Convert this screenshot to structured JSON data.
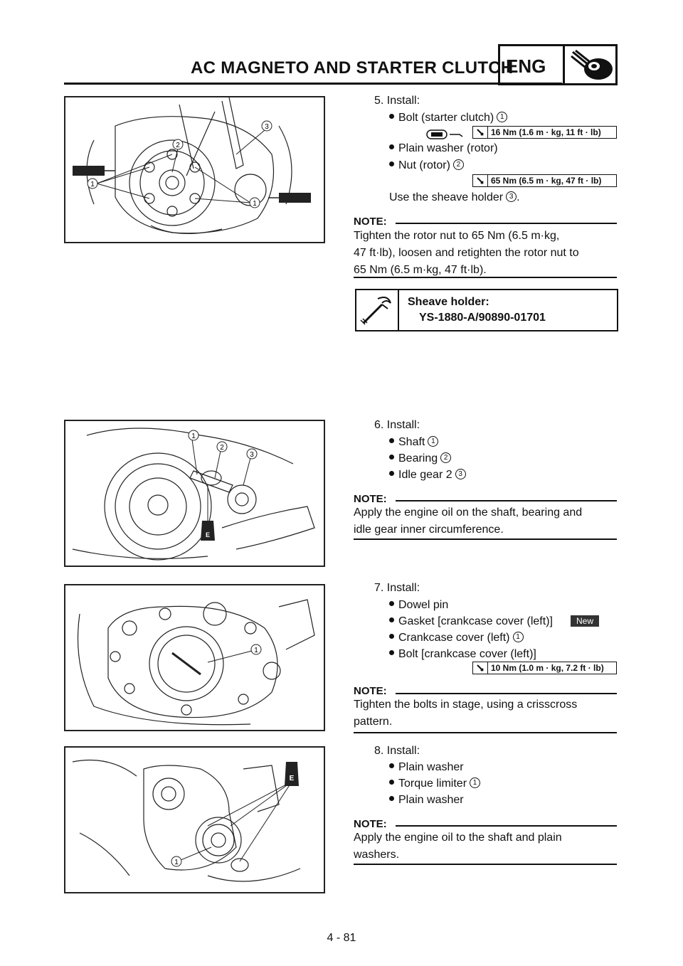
{
  "header": {
    "title": "AC MAGNETO AND STARTER CLUTCH",
    "section": "ENG"
  },
  "page_number": "4 - 81",
  "callouts": {
    "c1": "1",
    "c2": "2",
    "c3": "3"
  },
  "steps": [
    {
      "label": "5.  Install:",
      "items": [
        {
          "text": "Bolt (starter clutch)",
          "callout": "1"
        },
        {
          "text": "Plain washer (rotor)"
        },
        {
          "text": "Nut (rotor)",
          "callout": "2"
        }
      ],
      "torque_a": "16 Nm (1.6 m · kg, 11 ft · lb)",
      "torque_b": "65 Nm (6.5 m · kg, 47 ft · lb)",
      "extra": "Use the sheave holder",
      "extra_callout": "3",
      "note_label": "NOTE:",
      "note_lines": [
        "Tighten the rotor nut to 65 Nm (6.5 m·kg,",
        "47 ft·lb), loosen and retighten the rotor nut to",
        "65 Nm (6.5 m·kg, 47 ft·lb)."
      ],
      "tool_name": "Sheave holder:",
      "tool_part": "YS-1880-A/90890-01701"
    },
    {
      "label": "6.  Install:",
      "items": [
        {
          "text": "Shaft",
          "callout": "1"
        },
        {
          "text": "Bearing",
          "callout": "2"
        },
        {
          "text": "Idle gear 2",
          "callout": "3"
        }
      ],
      "note_label": "NOTE:",
      "note_lines": [
        "Apply the engine oil on the shaft, bearing and",
        "idle gear inner circumference."
      ]
    },
    {
      "label": "7.  Install:",
      "items": [
        {
          "text": "Dowel pin"
        },
        {
          "text": "Gasket [crankcase cover (left)]"
        },
        {
          "text": "Crankcase cover (left)",
          "callout": "1"
        },
        {
          "text": "Bolt [crankcase cover (left)]"
        }
      ],
      "new_badge": "New",
      "torque": "10 Nm (1.0 m · kg, 7.2 ft · lb)",
      "note_label": "NOTE:",
      "note_lines": [
        "Tighten the bolts in stage, using a crisscross",
        "pattern."
      ]
    },
    {
      "label": "8.  Install:",
      "items": [
        {
          "text": "Plain washer"
        },
        {
          "text": "Torque limiter",
          "callout": "1"
        },
        {
          "text": "Plain washer"
        }
      ],
      "note_label": "NOTE:",
      "note_lines": [
        "Apply the engine oil to the shaft and plain",
        "washers."
      ]
    }
  ]
}
